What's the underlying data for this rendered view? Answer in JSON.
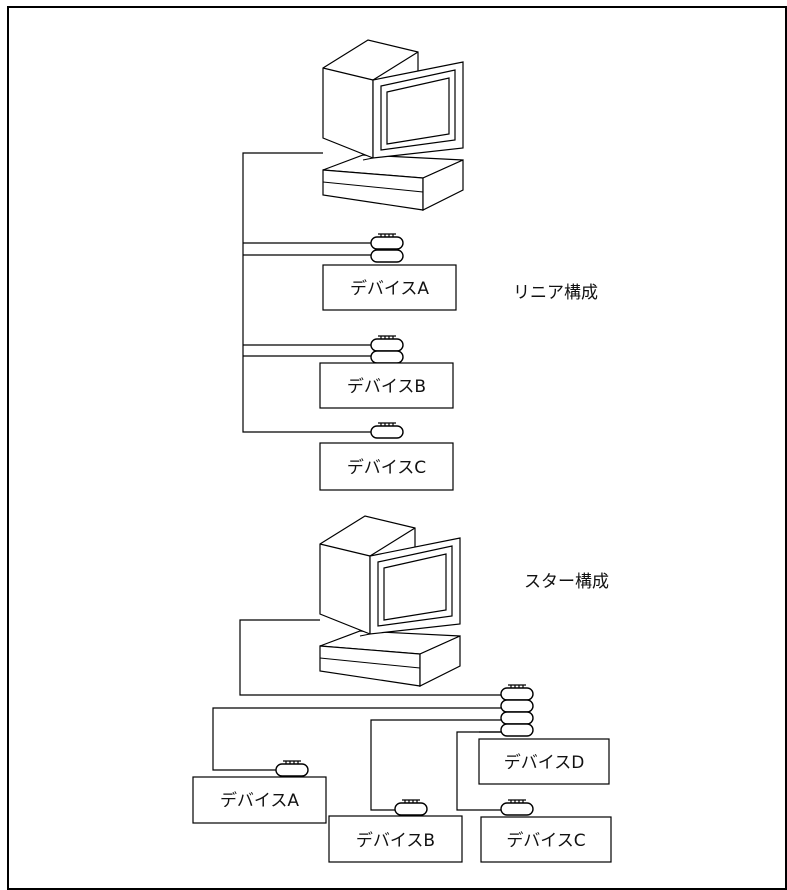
{
  "linear": {
    "label": "リニア構成",
    "devices": [
      "デバイスA",
      "デバイスB",
      "デバイスC"
    ]
  },
  "star": {
    "label": "スター構成",
    "devices": [
      "デバイスA",
      "デバイスB",
      "デバイスC",
      "デバイスD"
    ]
  },
  "colors": {
    "line": "#000000",
    "background": "#ffffff"
  }
}
